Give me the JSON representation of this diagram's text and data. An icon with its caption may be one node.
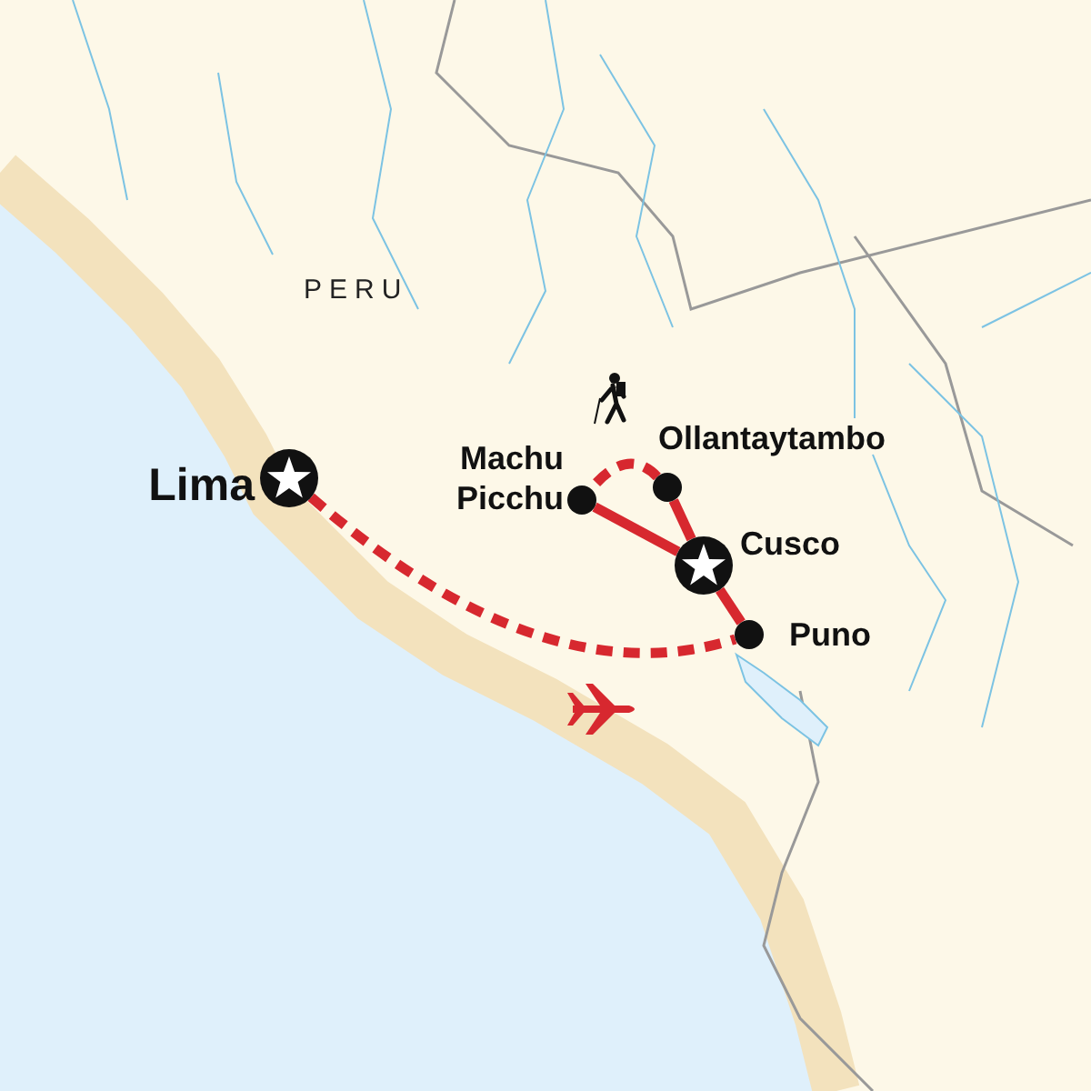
{
  "diagram": {
    "nodes": [
      {
        "text": [],
        "shape": "star",
        "beside": [
          "Lima"
        ]
      },
      {
        "text": [],
        "shape": "circle",
        "beside": [
          "Machu Picchu"
        ]
      },
      {
        "text": [],
        "shape": "circle",
        "beside": [
          "Ollantaytambo"
        ]
      },
      {
        "text": [],
        "shape": "star",
        "beside": [
          "Cusco"
        ]
      },
      {
        "text": [],
        "shape": "circle",
        "beside": [
          "Puno"
        ]
      }
    ],
    "edges": [
      {
        "from": 0,
        "to": 4,
        "arrow": "none",
        "style": "dashed"
      },
      {
        "from": 4,
        "to": 3,
        "arrow": "none"
      },
      {
        "from": 3,
        "to": 1,
        "arrow": "none"
      },
      {
        "from": 3,
        "to": 2,
        "arrow": "none"
      },
      {
        "from": 2,
        "to": 1,
        "arrow": "none",
        "style": "dashed"
      }
    ],
    "labels": [
      "PERU"
    ]
  }
}
